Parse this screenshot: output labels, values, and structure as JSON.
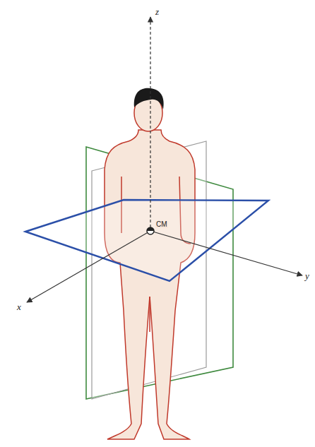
{
  "diagram": {
    "labels": [
      "z",
      "CM",
      "x",
      "y"
    ]
  }
}
